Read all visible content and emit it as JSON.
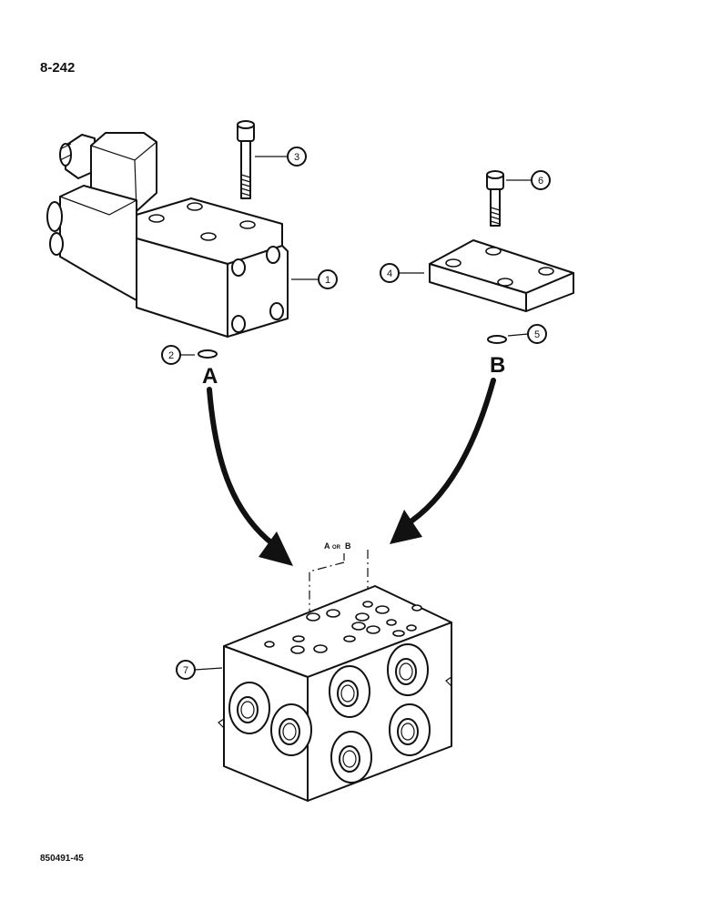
{
  "page": {
    "page_number": "8-242",
    "figure_code": "850491-45"
  },
  "callouts": [
    {
      "number": "1",
      "part": "valve"
    },
    {
      "number": "2",
      "part": "o-ring"
    },
    {
      "number": "3",
      "part": "bolt"
    },
    {
      "number": "4",
      "part": "plate"
    },
    {
      "number": "5",
      "part": "o-ring"
    },
    {
      "number": "6",
      "part": "bolt"
    },
    {
      "number": "7",
      "part": "manifold"
    }
  ],
  "groups": {
    "a_letter": "A",
    "b_letter": "B",
    "a_or_b_a": "A",
    "a_or_b_or": "OR",
    "a_or_b_b": "B"
  },
  "colors": {
    "ink": "#111111",
    "paper": "#ffffff"
  }
}
